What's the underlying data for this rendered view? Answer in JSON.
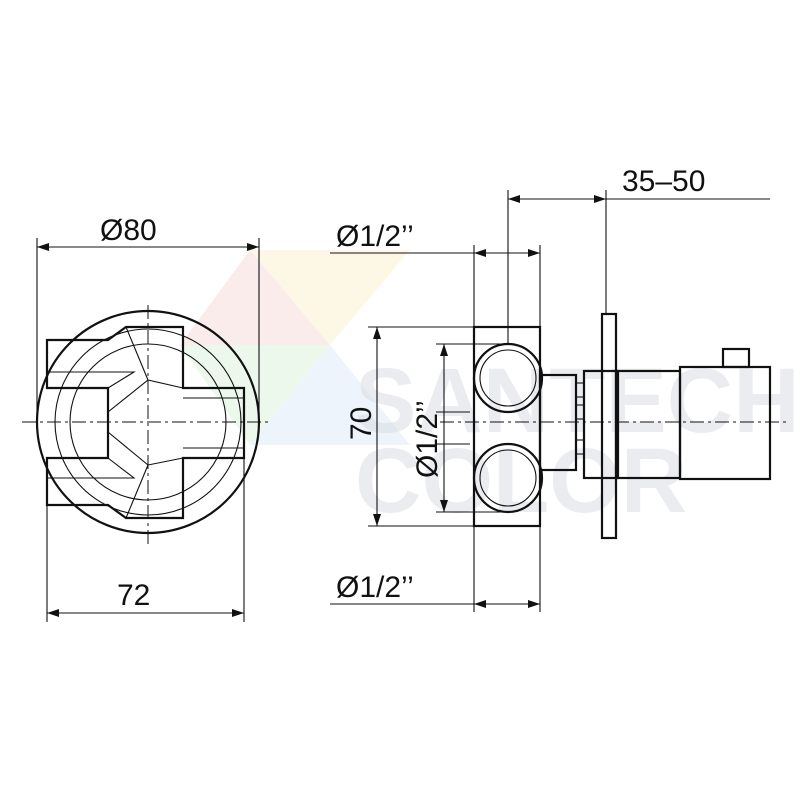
{
  "dimensions": {
    "front_diameter": "Ø80",
    "front_width": "72",
    "side_top_thread": "Ø1/2’’",
    "side_bottom_thread": "Ø1/2’’",
    "side_mid_thread": "Ø1/2’’",
    "side_height": "70",
    "depth_range": "35–50"
  },
  "watermark": {
    "line1": "SANTECH",
    "line2": "COLOR",
    "colors": [
      "#f6d5d5",
      "#fbf0c8",
      "#d8f0d8",
      "#d6e6f7"
    ]
  }
}
